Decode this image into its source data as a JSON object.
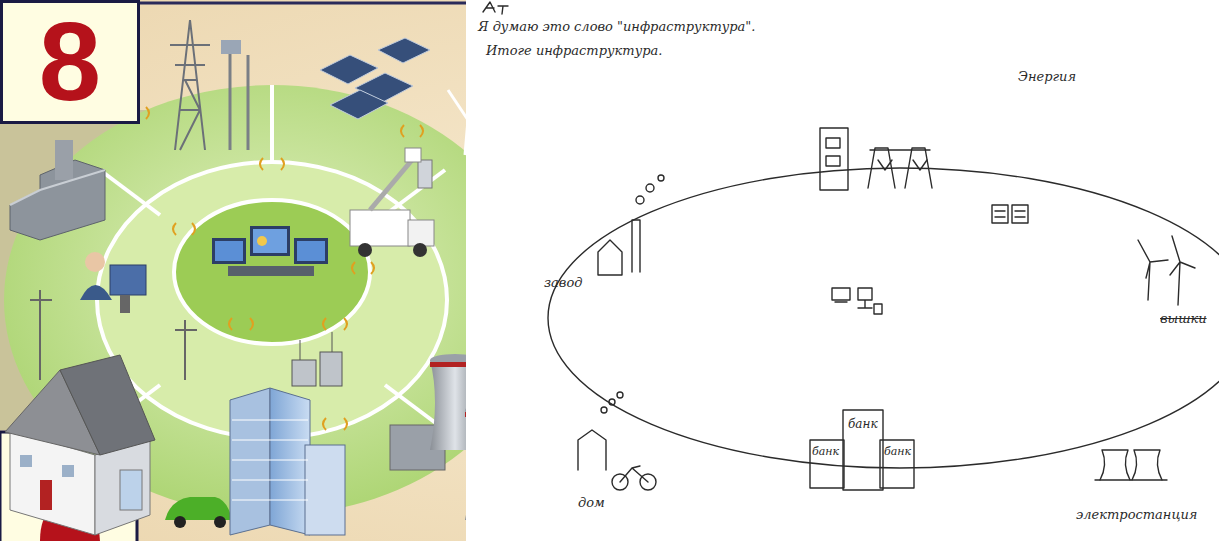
{
  "diagram": {
    "nodes": [
      {
        "text": [
          "8"
        ]
      }
    ],
    "labels": [
      "Я думаю это слово \"инфраструктура\".",
      "Итоге инфраструктура.",
      "Энергия",
      "завод",
      "вышки",
      "дом",
      "банк",
      "банк",
      "банк",
      "электростанция"
    ]
  }
}
